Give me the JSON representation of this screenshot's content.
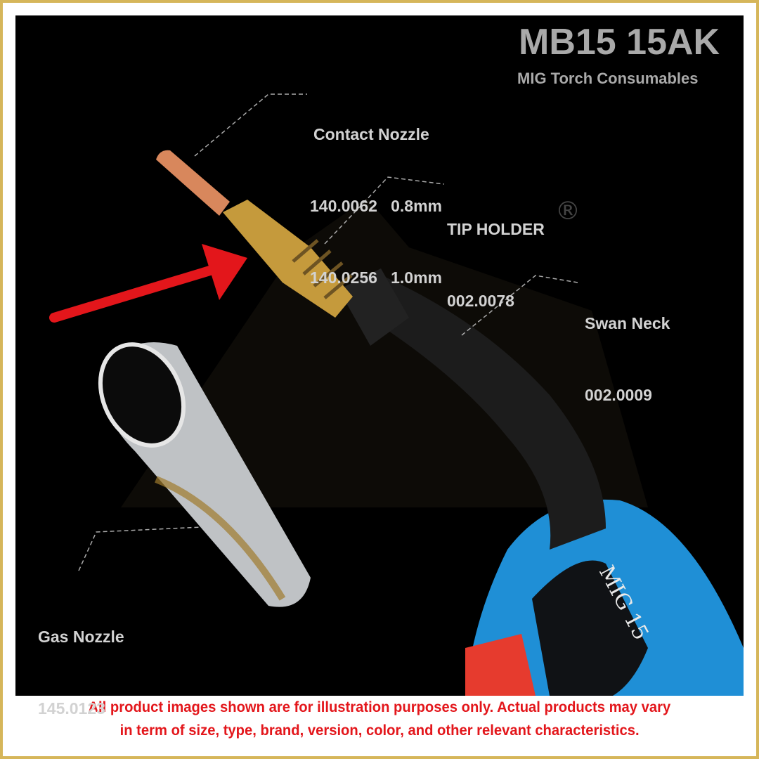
{
  "header": {
    "title": "MB15 15AK",
    "subtitle": "MIG Torch Consumables"
  },
  "parts": {
    "contact_nozzle": {
      "name": "Contact Nozzle",
      "codes": [
        "140.0062   0.8mm",
        "140.0256   1.0mm"
      ]
    },
    "tip_holder": {
      "name": "TIP HOLDER",
      "code": "002.0078"
    },
    "swan_neck": {
      "name": "Swan Neck",
      "code": "002.0009"
    },
    "gas_nozzle": {
      "name": "Gas Nozzle",
      "code": "145.0123"
    }
  },
  "handle_text": "MIG 15",
  "trademark": "®",
  "disclaimer": [
    "All product images shown are for illustration purposes only. Actual products may vary",
    "in term of size, type, brand, version, color, and other relevant characteristics."
  ],
  "colors": {
    "border": "#d6b65a",
    "arrow": "#e3161b",
    "handle": "#1f8fd6",
    "disclaimer": "#e3161b"
  }
}
